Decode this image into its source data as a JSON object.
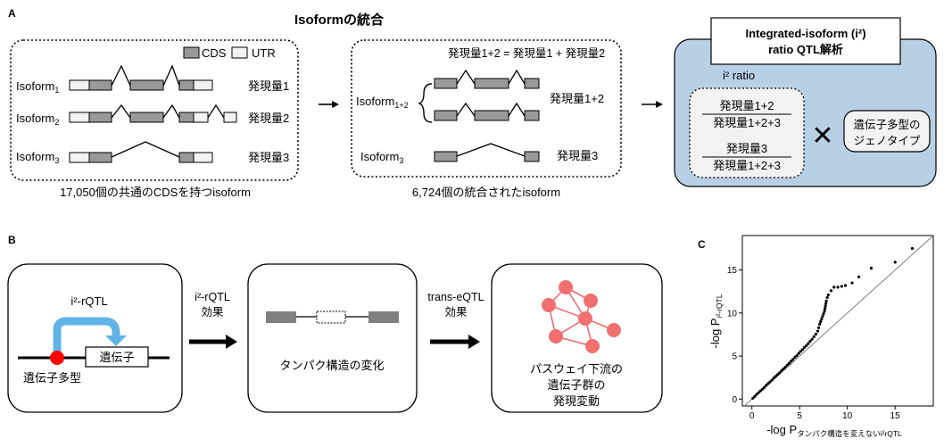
{
  "panel_a": {
    "letter": "A",
    "title": "Isoformの統合",
    "legend": {
      "cds": "CDS",
      "utr": "UTR"
    },
    "box1": {
      "isoforms": [
        {
          "name": "Isoform",
          "sub": "1",
          "expr": "発現量1"
        },
        {
          "name": "Isoform",
          "sub": "2",
          "expr": "発現量2"
        },
        {
          "name": "Isoform",
          "sub": "3",
          "expr": "発現量3"
        }
      ],
      "caption": "17,050個の共通のCDSを持つisoform"
    },
    "box2": {
      "equation": "発現量1+2 = 発現量1 + 発現量2",
      "merged_name": "Isoform",
      "merged_sub": "1+2",
      "merged_expr": "発現量1+2",
      "iso3_name": "Isoform",
      "iso3_sub": "3",
      "iso3_expr": "発現量3",
      "caption": "6,724個の統合されたisoform"
    },
    "box3": {
      "title_line1": "Integrated-isoform (i²)",
      "title_line2": "ratio QTL解析",
      "ratio_label": "i² ratio",
      "frac1_num": "発現量1+2",
      "frac1_den": "発現量1+2+3",
      "frac2_num": "発現量3",
      "frac2_den": "発現量1+2+3",
      "times": "✕",
      "genotype_line1": "遺伝子多型の",
      "genotype_line2": "ジェノタイプ"
    }
  },
  "panel_b": {
    "letter": "B",
    "box1": {
      "arrow_label": "i²-rQTL",
      "gene": "遺伝子",
      "variant": "遺伝子多型"
    },
    "arrow1": {
      "line1": "i²-rQTL",
      "line2": "効果"
    },
    "box2": {
      "label": "タンパク構造の変化"
    },
    "arrow2": {
      "line1": "trans-eQTL",
      "line2": "効果"
    },
    "box3": {
      "line1": "パスウェイ下流の",
      "line2": "遺伝子群の",
      "line3": "発現変動"
    }
  },
  "panel_c": {
    "letter": "C",
    "chart_data": {
      "type": "scatter",
      "title": "",
      "xlabel": "-log P",
      "xlabel_sub": "タンパク構造を変えないi²rQTL",
      "ylabel": "-log P",
      "ylabel_sub": "i²-rQTL",
      "xlim": [
        -1,
        19
      ],
      "ylim": [
        -0.8,
        19
      ],
      "xticks": [
        "0",
        "5",
        "10",
        "15"
      ],
      "yticks": [
        "0",
        "5",
        "10",
        "15"
      ],
      "diagonal": true,
      "points": [
        [
          0.1,
          0.1
        ],
        [
          0.3,
          0.3
        ],
        [
          0.5,
          0.55
        ],
        [
          0.7,
          0.75
        ],
        [
          0.9,
          0.95
        ],
        [
          1.1,
          1.15
        ],
        [
          1.3,
          1.35
        ],
        [
          1.5,
          1.6
        ],
        [
          1.7,
          1.8
        ],
        [
          1.9,
          2.0
        ],
        [
          2.1,
          2.2
        ],
        [
          2.3,
          2.45
        ],
        [
          2.5,
          2.65
        ],
        [
          2.7,
          2.85
        ],
        [
          2.9,
          3.05
        ],
        [
          3.1,
          3.3
        ],
        [
          3.3,
          3.5
        ],
        [
          3.5,
          3.7
        ],
        [
          3.7,
          3.95
        ],
        [
          3.9,
          4.15
        ],
        [
          4.1,
          4.4
        ],
        [
          4.3,
          4.6
        ],
        [
          4.5,
          4.85
        ],
        [
          4.7,
          5.05
        ],
        [
          4.9,
          5.3
        ],
        [
          5.1,
          5.55
        ],
        [
          5.3,
          5.75
        ],
        [
          5.5,
          6.0
        ],
        [
          5.7,
          6.2
        ],
        [
          5.9,
          6.45
        ],
        [
          6.1,
          6.7
        ],
        [
          6.3,
          6.95
        ],
        [
          6.5,
          7.25
        ],
        [
          6.7,
          7.55
        ],
        [
          6.9,
          7.9
        ],
        [
          7.0,
          8.3
        ],
        [
          7.1,
          8.7
        ],
        [
          7.2,
          9.0
        ],
        [
          7.3,
          9.3
        ],
        [
          7.4,
          9.6
        ],
        [
          7.5,
          9.9
        ],
        [
          7.6,
          10.2
        ],
        [
          7.65,
          10.5
        ],
        [
          7.7,
          10.8
        ],
        [
          7.75,
          11.1
        ],
        [
          7.8,
          11.4
        ],
        [
          7.9,
          11.8
        ],
        [
          8.0,
          12.1
        ],
        [
          8.3,
          12.6
        ],
        [
          8.6,
          13.0
        ],
        [
          9.0,
          13.0
        ],
        [
          9.4,
          13.1
        ],
        [
          9.8,
          13.2
        ],
        [
          10.5,
          13.5
        ],
        [
          11.2,
          14.2
        ],
        [
          12.5,
          15.2
        ],
        [
          15.0,
          15.9
        ],
        [
          16.8,
          17.5
        ]
      ]
    }
  }
}
